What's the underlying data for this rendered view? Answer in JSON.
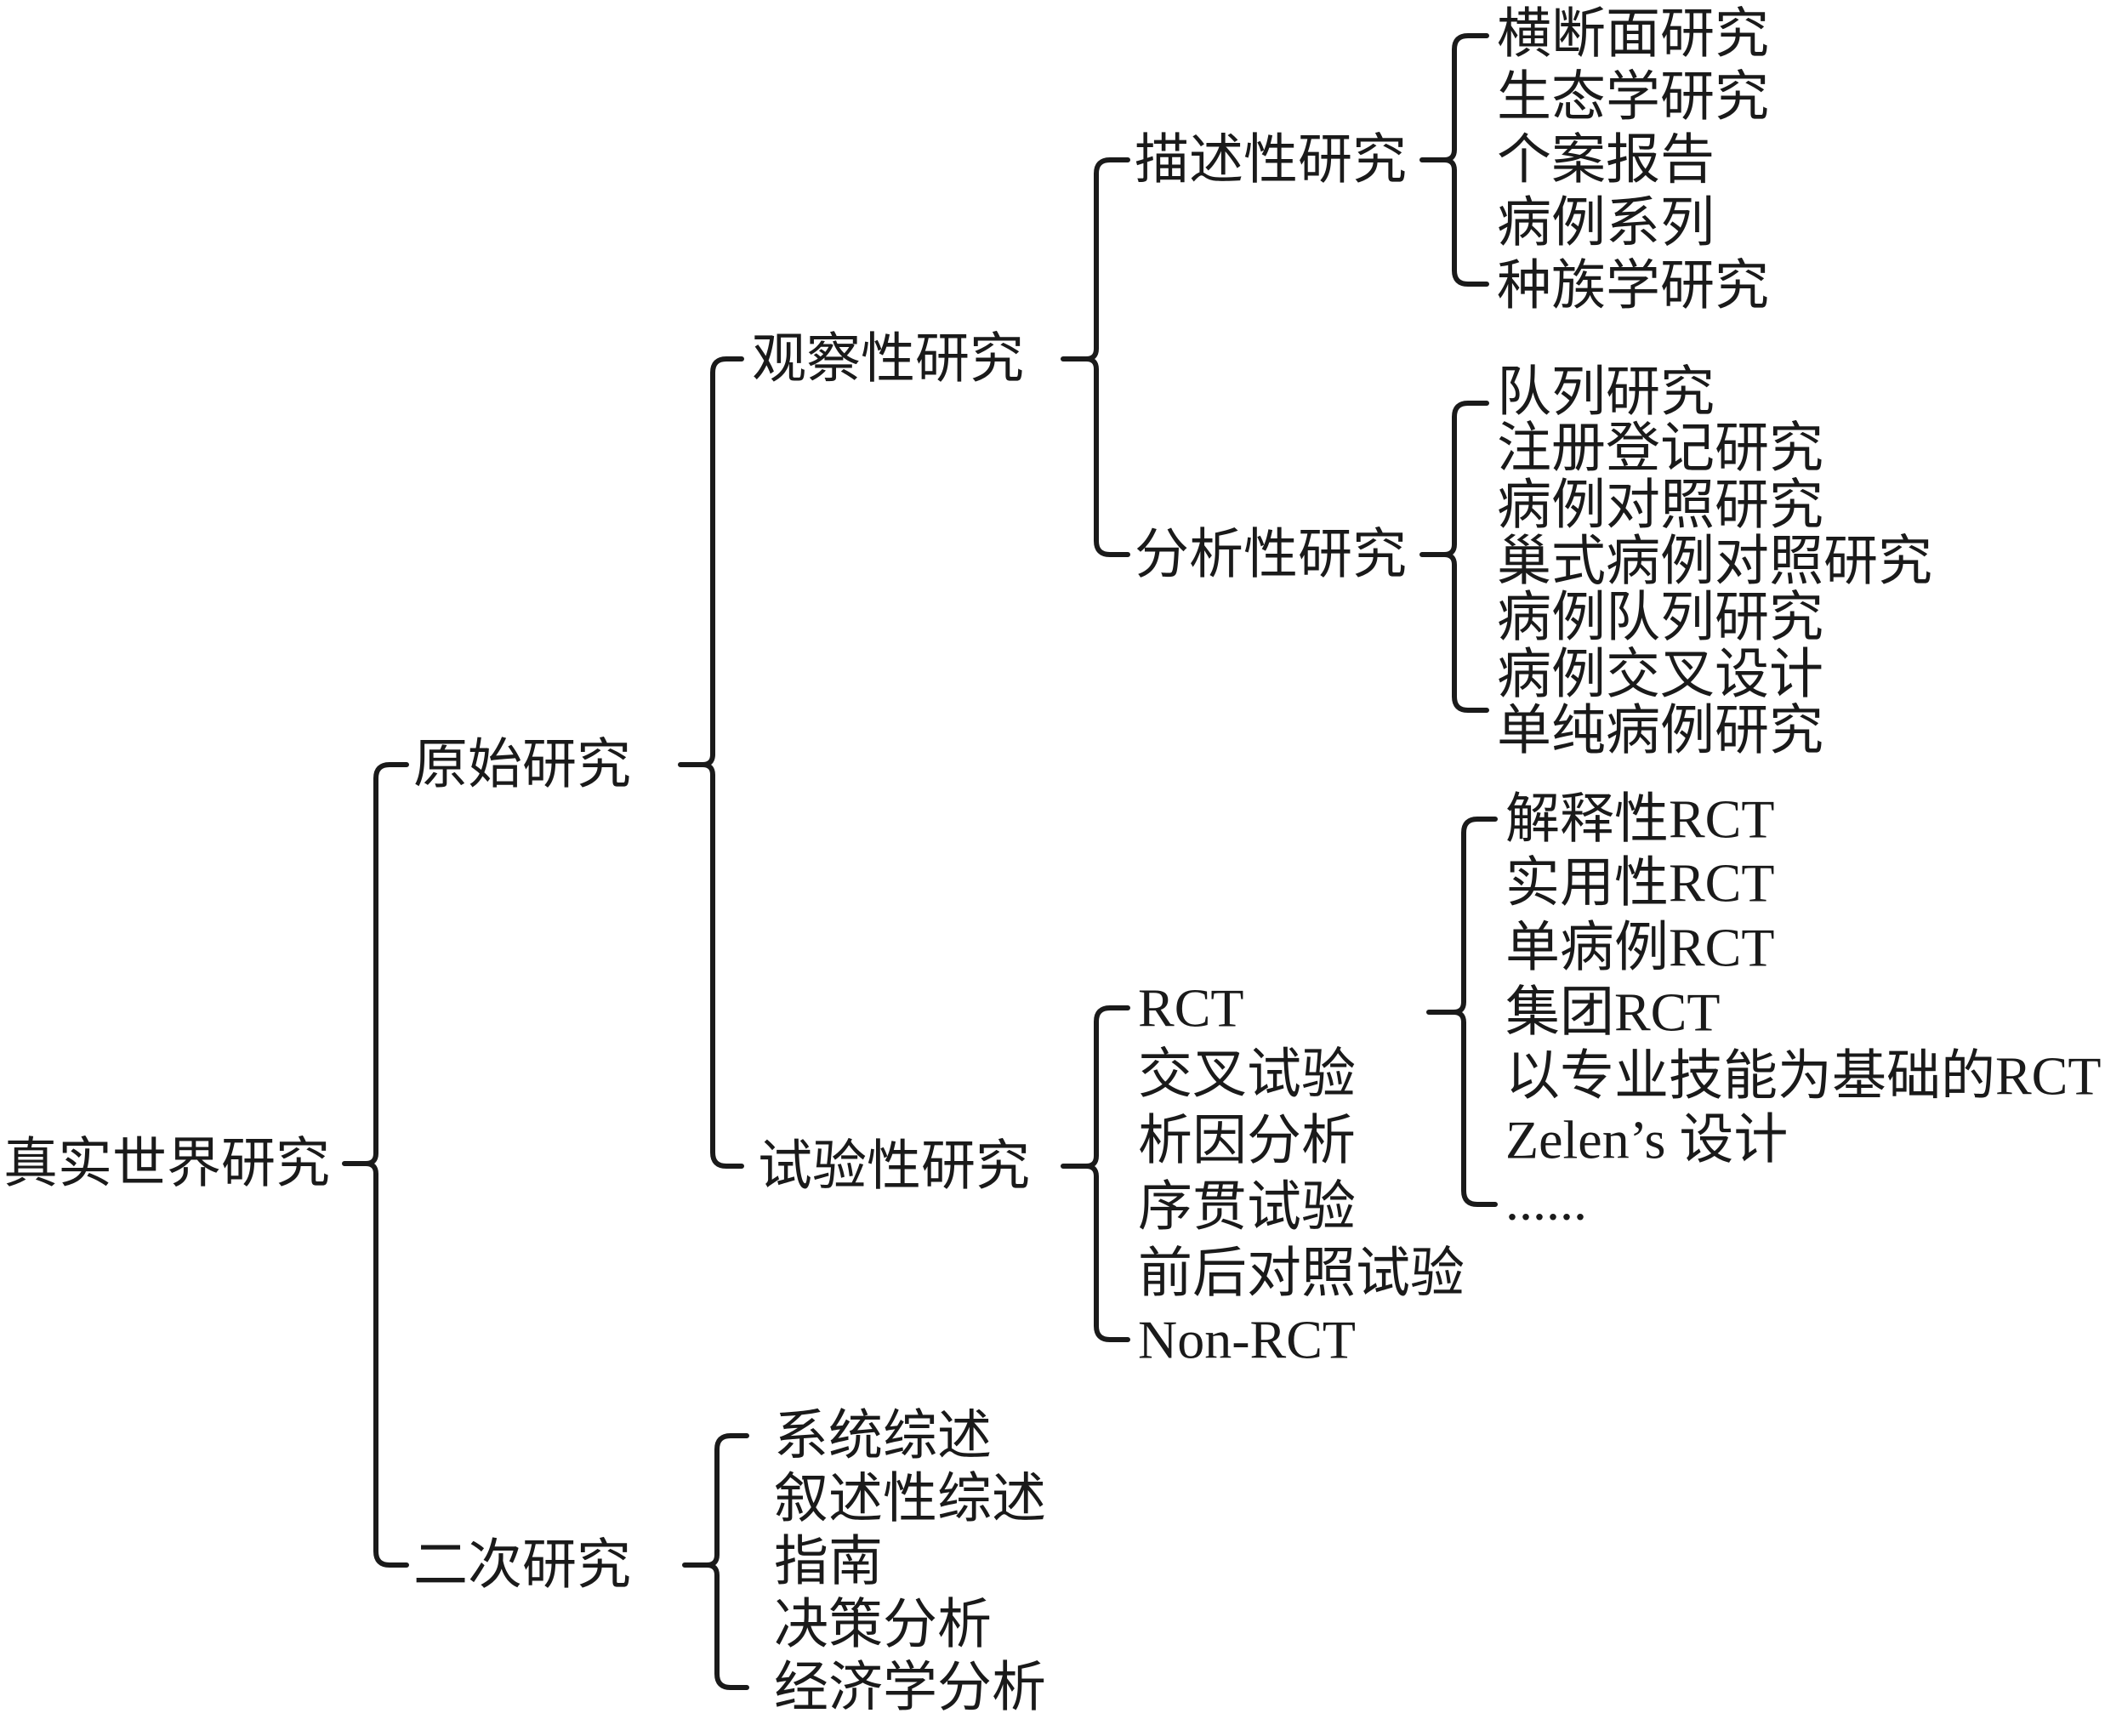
{
  "root": {
    "label": "真实世界研究"
  },
  "primary": {
    "label": "原始研究",
    "observational": {
      "label": "观察性研究",
      "descriptive": {
        "label": "描述性研究",
        "items": [
          "横断面研究",
          "生态学研究",
          "个案报告",
          "病例系列",
          "种族学研究"
        ]
      },
      "analytical": {
        "label": "分析性研究",
        "items": [
          "队列研究",
          "注册登记研究",
          "病例对照研究",
          "巢式病例对照研究",
          "病例队列研究",
          "病例交叉设计",
          "单纯病例研究"
        ]
      }
    },
    "experimental": {
      "label": "试验性研究",
      "designs": [
        "RCT",
        "交叉试验",
        "析因分析",
        "序贯试验",
        "前后对照试验",
        "Non-RCT"
      ],
      "rct_types": [
        "解释性RCT",
        "实用性RCT",
        "单病例RCT",
        "集团RCT",
        "以专业技能为基础的RCT",
        "Zelen’s 设计",
        "......"
      ]
    }
  },
  "secondary": {
    "label": "二次研究",
    "items": [
      "系统综述",
      "叙述性综述",
      "指南",
      "决策分析",
      "经济学分析"
    ]
  }
}
